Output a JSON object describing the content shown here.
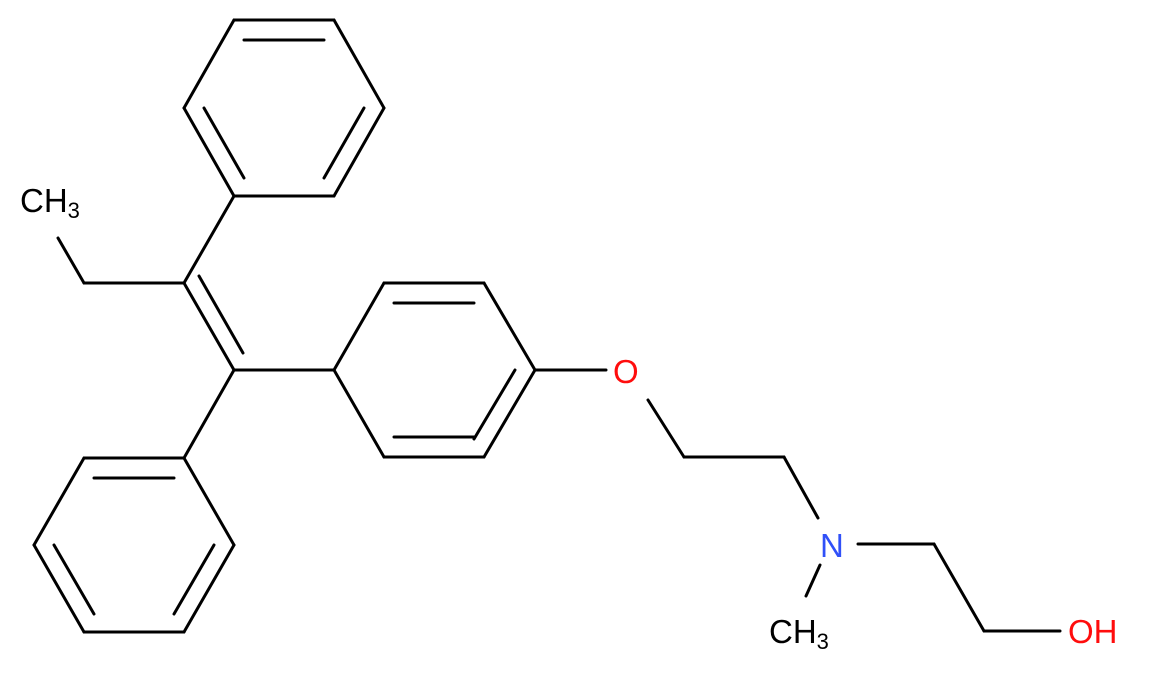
{
  "diagram": {
    "type": "chemical-structure",
    "atom_labels": {
      "methyl_top": {
        "main": "CH",
        "sub": "3"
      },
      "oxygen_ether": {
        "main": "O"
      },
      "nitrogen": {
        "main": "N"
      },
      "methyl_n": {
        "main": "CH",
        "sub": "3"
      },
      "hydroxyl": {
        "main": "OH"
      }
    },
    "colors": {
      "bond": "#000000",
      "carbon_label": "#000000",
      "oxygen": "#ff0d0d",
      "nitrogen": "#3050f8"
    }
  }
}
